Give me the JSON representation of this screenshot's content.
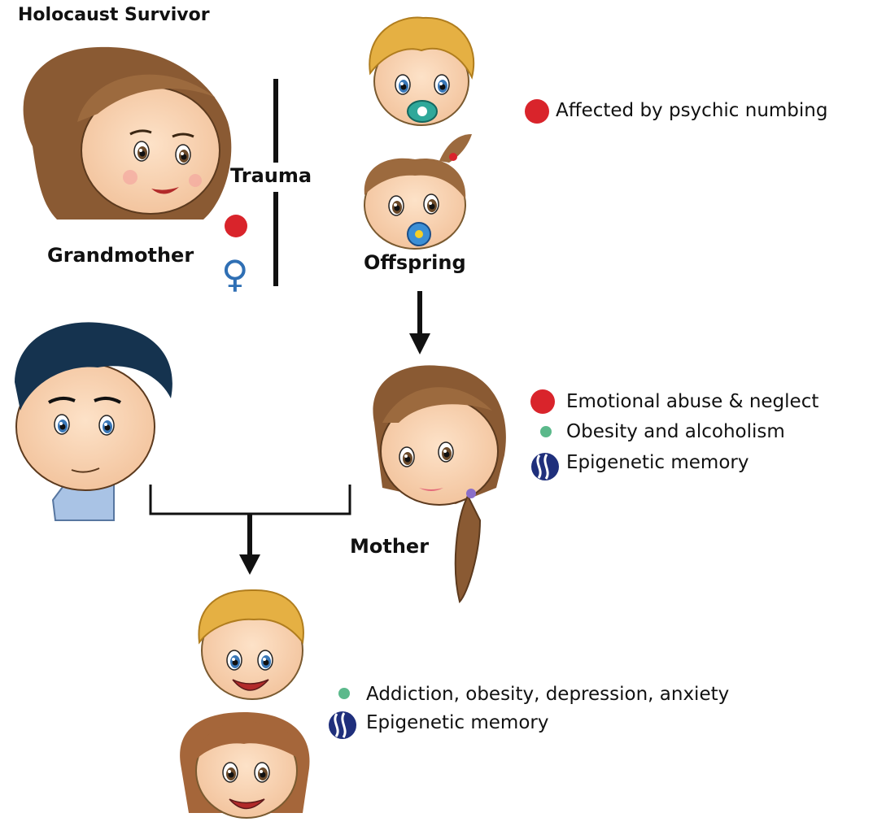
{
  "colors": {
    "numbing_red": "#d9242b",
    "green_dot": "#5bb98b",
    "epigenetic_blue": "#1f2f7c",
    "female_symbol": "#2f6fb4",
    "line": "#111111"
  },
  "labels": {
    "survivor_title": "Holocaust Survivor",
    "grandmother": "Grandmother",
    "trauma": "Trauma",
    "offspring": "Offspring",
    "mother": "Mother"
  },
  "female_symbol": "♀",
  "legend_top": {
    "numbing": "Affected by psychic numbing"
  },
  "legend_mother": {
    "abuse": "Emotional abuse & neglect",
    "obesity": "Obesity and alcoholism",
    "epigenetic": "Epigenetic memory"
  },
  "legend_children": {
    "addiction": "Addiction, obesity, depression, anxiety",
    "epigenetic": "Epigenetic memory"
  },
  "icons": [
    "grandmother-face-icon",
    "baby-boy-pacifier-icon",
    "baby-girl-pacifier-icon",
    "father-face-icon",
    "mother-face-icon",
    "boy-child-face-icon",
    "girl-child-face-icon",
    "red-dot-icon",
    "green-dot-icon",
    "dna-icon",
    "arrow-down-icon",
    "female-symbol-icon"
  ]
}
